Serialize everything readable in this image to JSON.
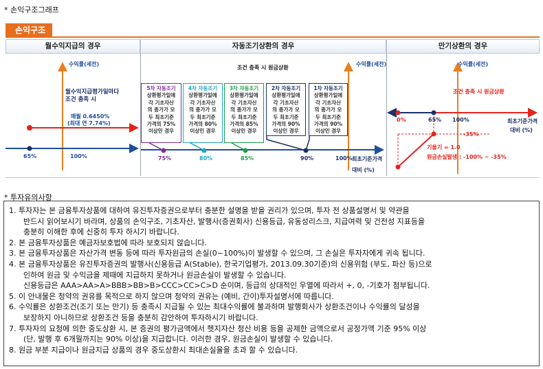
{
  "section1_title": "* 손익구조그래프",
  "tab_label": "손익구조",
  "columns": {
    "monthly": "월수익지급의 경우",
    "auto": "자동조기상환의 경우",
    "maturity": "만기상환의 경우"
  },
  "monthly": {
    "y_label": "수익률(세전)",
    "cond_line1": "월수익지급평가일마다",
    "cond_line2": "조건 충족 시",
    "rate_line1": "매월 0.6450%",
    "rate_line2": "(최대 연 7.74%)",
    "tick_65": "65%",
    "tick_100": "100%"
  },
  "auto": {
    "title": "조건 충족 시 원금상환",
    "y_label": "수익률(세전)",
    "boxes": [
      {
        "l1": "5차 자동조기",
        "l2": "상환평가일에",
        "l3": "각 기초자산",
        "l4": "의 종가가 모",
        "l5": "두 최초기준",
        "l6": "가격의 75%",
        "l7": "이상인 경우"
      },
      {
        "l1": "4차 자동조기",
        "l2": "상환평가일에",
        "l3": "각 기초자산",
        "l4": "의 종가가 모",
        "l5": "두 최초기준",
        "l6": "가격의 80%",
        "l7": "이상인 경우"
      },
      {
        "l1": "3차 자동조기",
        "l2": "상환평가일에",
        "l3": "각 기초자산",
        "l4": "의 종가가 모",
        "l5": "두 최초기준",
        "l6": "가격의 85%",
        "l7": "이상인 경우"
      },
      {
        "l1": "2차 자동조기",
        "l2": "상환평가일에",
        "l3": "각 기초자산",
        "l4": "의 종가가 모",
        "l5": "두 최초기준",
        "l6": "가격의 90%",
        "l7": "이상인 경우"
      },
      {
        "l1": "1차 자동조기",
        "l2": "상환평가일에",
        "l3": "각 기초자산",
        "l4": "의 종가가 모",
        "l5": "두 최초기준",
        "l6": "가격의 90%",
        "l7": "이상인 경우"
      }
    ],
    "ticks": [
      "75%",
      "80%",
      "85%",
      "90%",
      "100%"
    ],
    "x_label1": "최초기준가격",
    "x_label2": "대비 (%)",
    "colors": {
      "b5": "#7b2f9e",
      "b4": "#1aa7c9",
      "b3": "#1a9e4a",
      "b2": "#1b2f6b",
      "b1": "#1b2f6b"
    }
  },
  "maturity": {
    "y_label": "수익률(세전)",
    "cond": "조건 충족 시 원금상환",
    "tick_0": "0%",
    "tick_65": "65%",
    "tick_100": "100%",
    "x_label1": "최초기준가격",
    "x_label2": "대비 (%)",
    "neg35": "-35%",
    "slope": "기울기 = 1.0",
    "loss": "원금손실발생 : -100% ~ -35%"
  },
  "section2_title": "* 투자유의사항",
  "notes": [
    {
      "n": "1.",
      "t": "투자자는 본 금융투자상품에 대하여 유진투자증권으로부터 충분한 설명을 받을 권리가 있으며, 투자 전 상품설명서 및 약관을\n  반드시 읽어보시기 바라며, 상품의 손익구조, 기초자산, 발행사(증권회사) 신용등급, 유동성리스크, 지급여력 및 건전성 지표등을\n  충분히 이해한 후에 신중히 투자 하시기 바랍니다."
    },
    {
      "n": "2.",
      "t": "본 금융투자상품은 예금자보호법에 따라 보호되지 않습니다."
    },
    {
      "n": "3.",
      "t": "본 금융투자상품은 자산가격 변동 등에 따라 투자원금의 손실(0~100%)이 발생할 수 있으며, 그 손실은 투자자에게 귀속 됩니다."
    },
    {
      "n": "4.",
      "t": "본 금융투자상품은 유진투자증권의 발행사(신용등급 A(Stable), 한국기업평가, 2013.09.30기준)의 신용위험 (부도, 파산 등)으로\n  인하여 원금 및 수익금을 제때에 지급하지 못하거나 원금손실이 발생할 수 있습니다.\n  신용등급은 AAA>AA>A>BBB>BB>B>CCC>CC>C>D 순이며, 등급의 상대적인 우열에 따라서 +, 0, -기호가 첨부됩니다."
    },
    {
      "n": "5.",
      "t": "이 안내물은 청약의 권유를 목적으로 하지 않으며 청약의 권유는 (예비, 간이)투자설명서에 따릅니다."
    },
    {
      "n": "6.",
      "t": "수익률은 상환조건(조기 또는 만기) 등 충족시 지급될 수 있는 최대수익률에 불과하며 발행회사가 상환조건이나 수익률의 달성을\n  보장하지 아니하므로 상환조건 등을 충분히 감안하여 투자하시기 바랍니다."
    },
    {
      "n": "7.",
      "t": "투자자의 요청에 의한 중도상환 시, 본 증권의 평가금액에서 헷지자산 청산 비용 등을 공제한 금액으로서 공정가액 기준 95% 이상\n  (단, 발행 후 6개월까지는 90% 이상)을 지급합니다. 이러한 경우, 원금손실이 발생할 수 있습니다."
    },
    {
      "n": "8.",
      "t": "원금 부분 지급이나 원금지급 상품의 경우 중도상환시 최대손실율을 초과 할 수 있습니다."
    }
  ]
}
